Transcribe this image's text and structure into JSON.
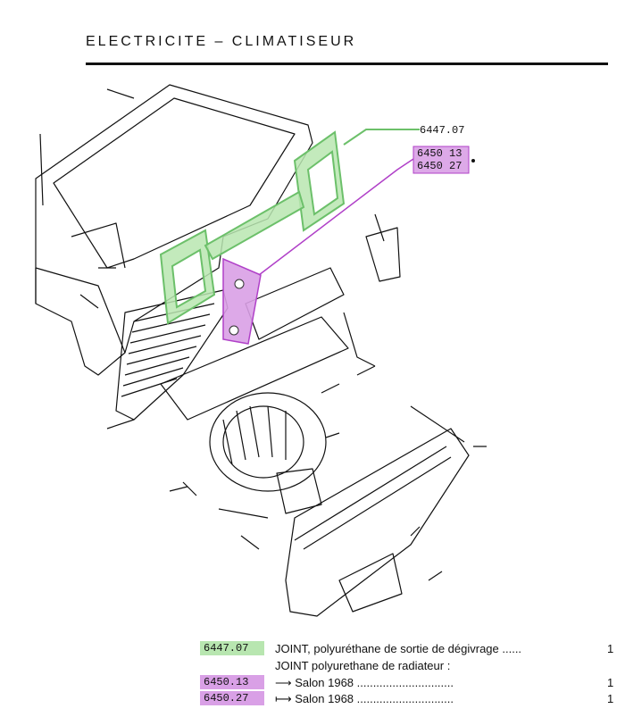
{
  "header": {
    "title": "ELECTRICITE  –  CLIMATISEUR"
  },
  "colors": {
    "green": "#b8e6b0",
    "green_stroke": "#6cc06a",
    "magenta": "#d9a0e6",
    "magenta_stroke": "#b040c8"
  },
  "callouts": {
    "green_part": "6447.07",
    "magenta_part_a": "6450 13",
    "magenta_part_b": "6450 27"
  },
  "legend": {
    "rows": [
      {
        "code": "6447.07",
        "code_color": "green",
        "desc": "JOINT, polyuréthane de sortie de dégivrage ......",
        "qty": "1"
      },
      {
        "code": "",
        "code_color": "",
        "desc": "JOINT polyurethane de radiateur :",
        "qty": ""
      },
      {
        "code": "6450.13",
        "code_color": "magenta",
        "desc": "⟶ Salon 1968  ..............................",
        "qty": "1"
      },
      {
        "code": "6450.27",
        "code_color": "magenta",
        "desc": "⟼ Salon 1968  ..............................",
        "qty": "1"
      }
    ]
  }
}
